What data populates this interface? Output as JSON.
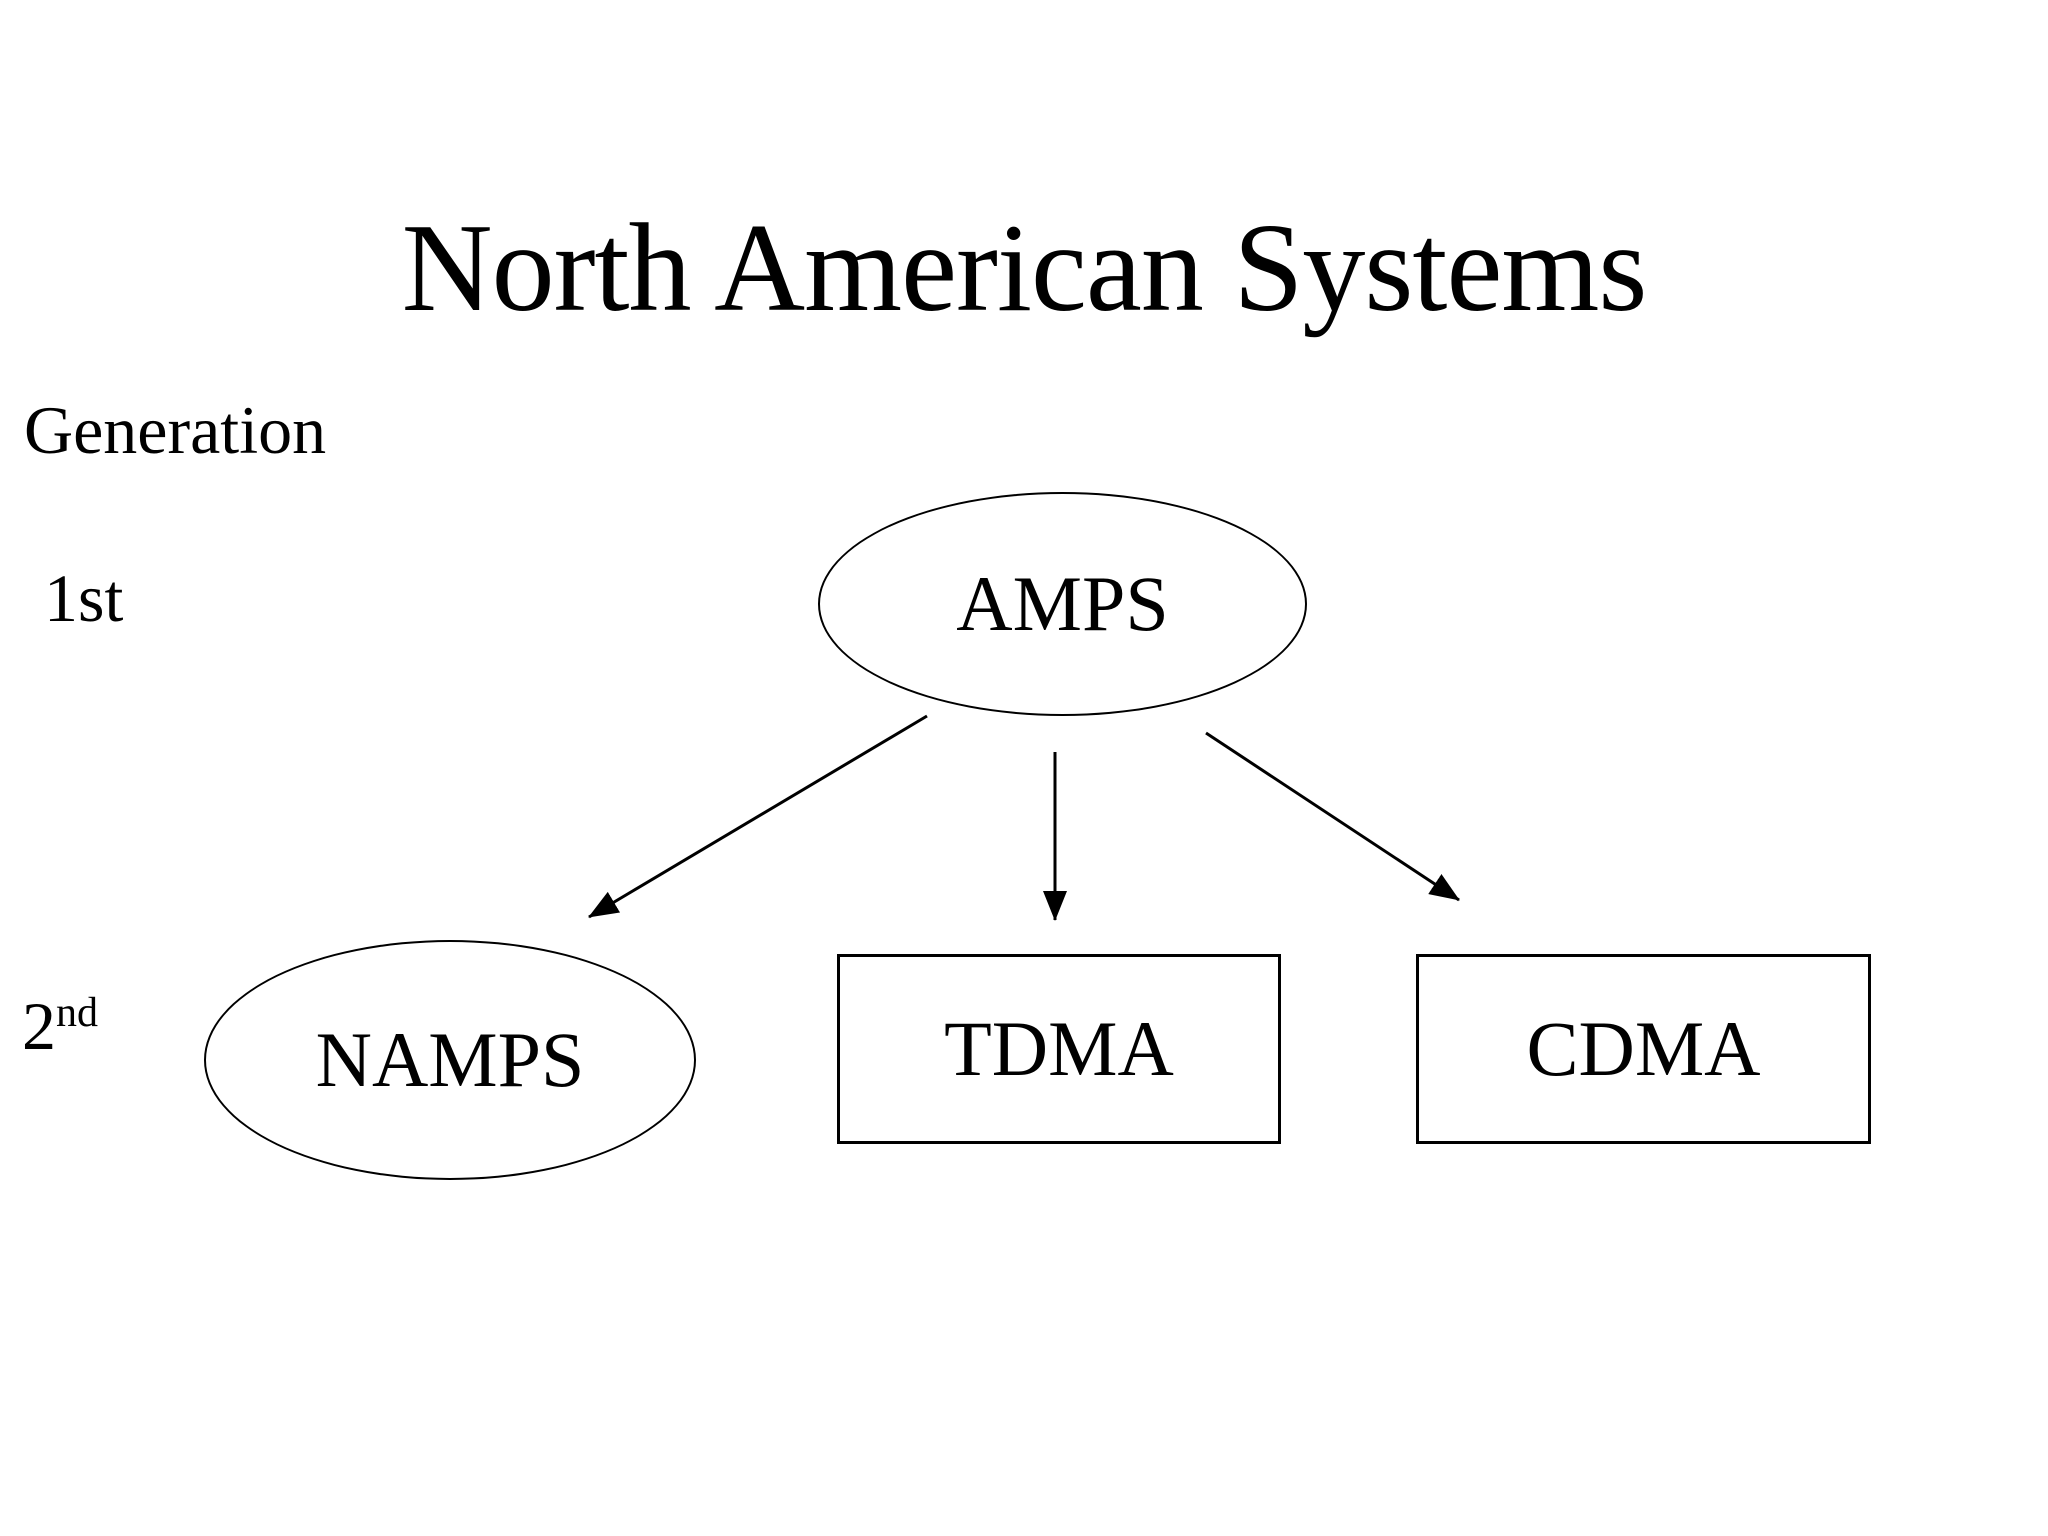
{
  "slide": {
    "title": "North American Systems",
    "axis_labels": {
      "generation": "Generation",
      "first": "1st",
      "second_base": "2",
      "second_superscript": "nd"
    },
    "nodes": {
      "amps": {
        "label": "AMPS",
        "shape": "ellipse",
        "generation": "1st"
      },
      "namps": {
        "label": "NAMPS",
        "shape": "ellipse",
        "generation": "2nd"
      },
      "tdma": {
        "label": "TDMA",
        "shape": "rectangle",
        "generation": "2nd"
      },
      "cdma": {
        "label": "CDMA",
        "shape": "rectangle",
        "generation": "2nd"
      }
    },
    "edges": [
      {
        "from": "AMPS",
        "to": "NAMPS"
      },
      {
        "from": "AMPS",
        "to": "TDMA"
      },
      {
        "from": "AMPS",
        "to": "CDMA"
      }
    ],
    "colors": {
      "background": "#ffffff",
      "stroke": "#000000",
      "text": "#000000"
    }
  }
}
